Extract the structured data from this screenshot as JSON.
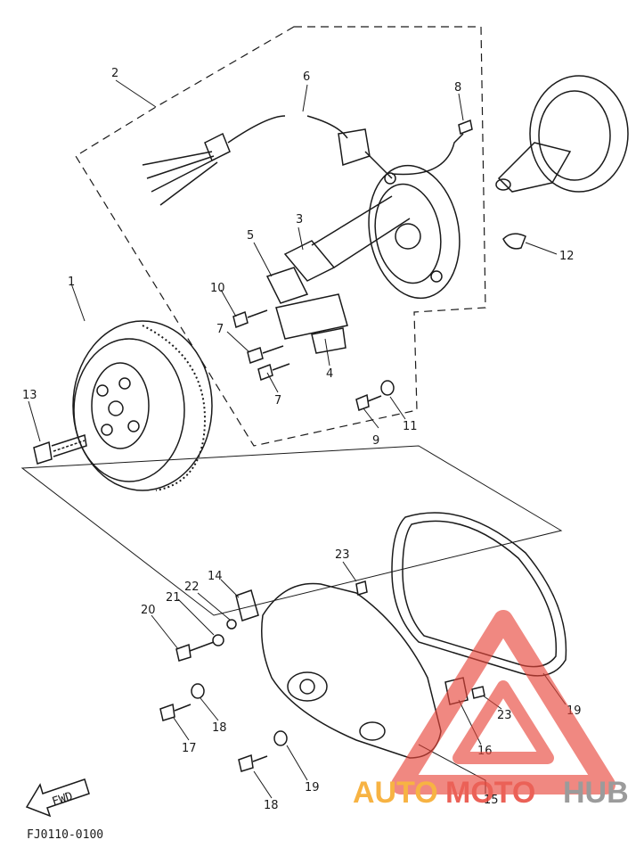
{
  "diagram": {
    "callouts": [
      {
        "id": "c1",
        "text": "1"
      },
      {
        "id": "c2",
        "text": "2"
      },
      {
        "id": "c3",
        "text": "3"
      },
      {
        "id": "c4",
        "text": "4"
      },
      {
        "id": "c5",
        "text": "5"
      },
      {
        "id": "c6",
        "text": "6"
      },
      {
        "id": "c7a",
        "text": "7"
      },
      {
        "id": "c7b",
        "text": "7"
      },
      {
        "id": "c8",
        "text": "8"
      },
      {
        "id": "c9",
        "text": "9"
      },
      {
        "id": "c10",
        "text": "10"
      },
      {
        "id": "c11",
        "text": "11"
      },
      {
        "id": "c12",
        "text": "12"
      },
      {
        "id": "c13",
        "text": "13"
      },
      {
        "id": "c14",
        "text": "14"
      },
      {
        "id": "c15",
        "text": "15"
      },
      {
        "id": "c16",
        "text": "16"
      },
      {
        "id": "c17",
        "text": "17"
      },
      {
        "id": "c18a",
        "text": "18"
      },
      {
        "id": "c18b",
        "text": "18"
      },
      {
        "id": "c19a",
        "text": "19"
      },
      {
        "id": "c19b",
        "text": "19"
      },
      {
        "id": "c20",
        "text": "20"
      },
      {
        "id": "c21",
        "text": "21"
      },
      {
        "id": "c22",
        "text": "22"
      },
      {
        "id": "c23a",
        "text": "23"
      },
      {
        "id": "c23b",
        "text": "23"
      }
    ],
    "fwd_label": "FWD",
    "drawing_code": "FJ0110-0100",
    "watermark": {
      "part1": "AUTO",
      "part2": "MOTO",
      "part3": "HUB"
    },
    "colors": {
      "ink": "#1a1a1a",
      "watermark_red": "#e8463a",
      "watermark_orange": "#f6a623",
      "watermark_gray": "#8a8a8a"
    }
  }
}
